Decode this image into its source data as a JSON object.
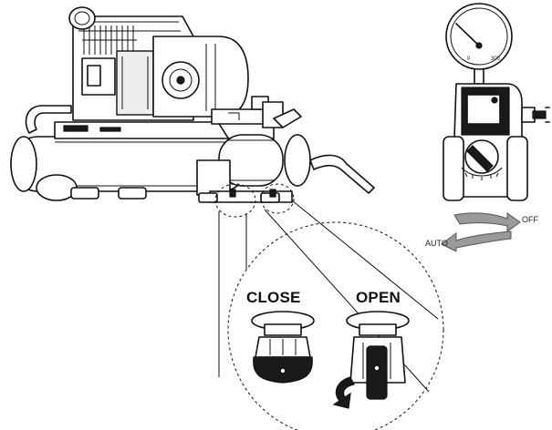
{
  "labels": {
    "close": "CLOSE",
    "open": "OPEN",
    "off": "OFF",
    "auto": "AUTO"
  },
  "gauge": {
    "scale_min": "0",
    "scale_max": "300"
  }
}
